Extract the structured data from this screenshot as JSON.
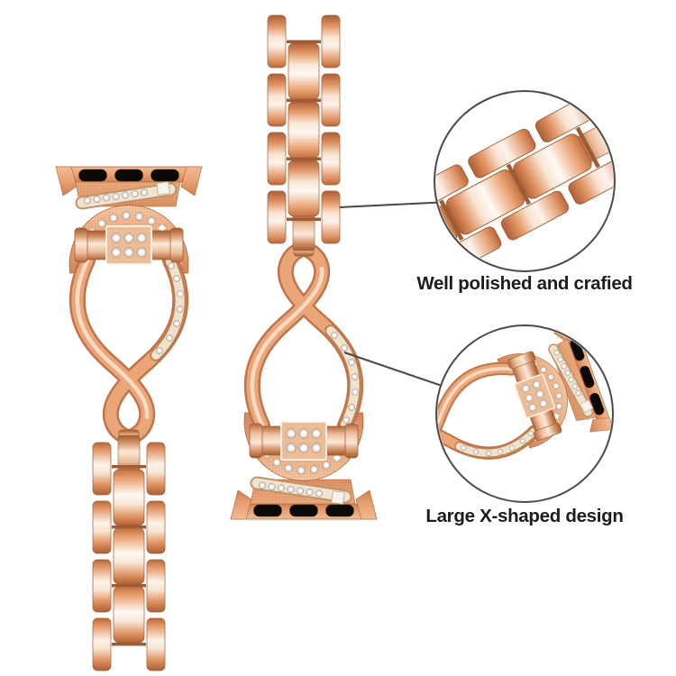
{
  "image_type": "product-showcase-photo",
  "subject": "rose-gold-x-shaped-watch-band",
  "annotations": {
    "polish": {
      "label": "Well polished and crafied"
    },
    "xshape": {
      "label": "Large X-shaped design"
    }
  },
  "colors": {
    "background": "#ffffff",
    "rose_gold_light": "#fdf3eb",
    "rose_gold_mid": "#e8a57c",
    "rose_gold_dark": "#b5683b",
    "rhinestone": "#f2f0ee",
    "adapter_slot_black": "#0c0907",
    "callout_line": "#474747",
    "label_text": "#1c1c1c"
  }
}
